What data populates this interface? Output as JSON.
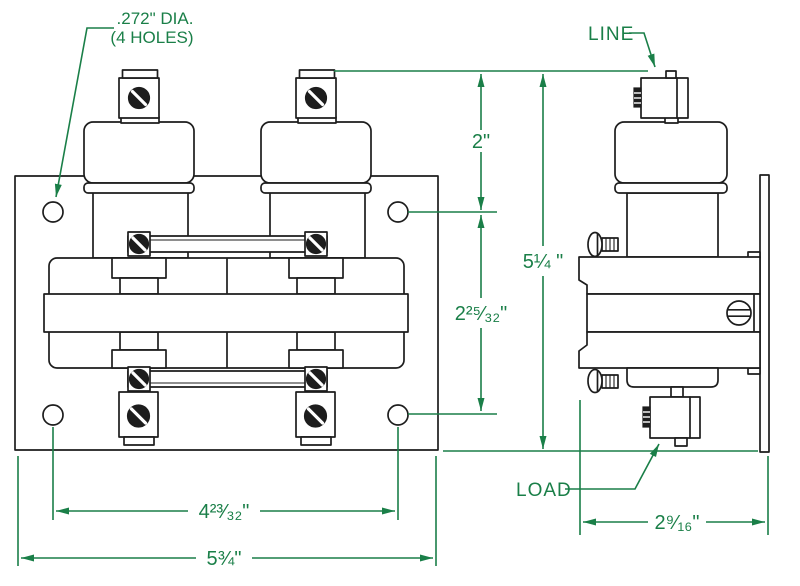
{
  "drawing": {
    "colors": {
      "background": "#ffffff",
      "ink": "#1d1d1d",
      "dimension_green": "#1a7f48"
    },
    "callouts": {
      "holes_line1": ".272\" DIA.",
      "holes_line2": "(4 HOLES)",
      "line_terminal": "LINE",
      "load_terminal": "LOAD"
    },
    "dimensions": {
      "terminal_to_hole": "2\"",
      "hole_span_vertical": "2²⁵⁄₃₂\"",
      "overall_height": "5¼ \"",
      "hole_span_horizontal": "4²³⁄₃₂\"",
      "overall_width": "5¾\"",
      "depth": "2⁹⁄₁₆\""
    }
  }
}
